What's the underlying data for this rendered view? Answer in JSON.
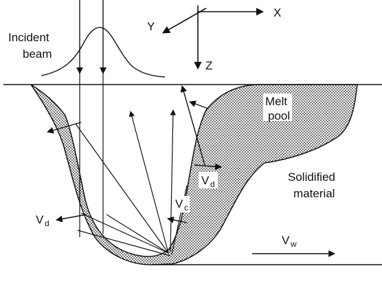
{
  "labels": {
    "incident_beam_line1": "Incident",
    "incident_beam_line2": "beam",
    "axis_x": "X",
    "axis_y": "Y",
    "axis_z": "Z",
    "melt_pool_line1": "Melt",
    "melt_pool_line2": "pool",
    "solidified_line1": "Solidified",
    "solidified_line2": "material",
    "v_d_upper_main": "V",
    "v_d_upper_sub": "d",
    "v_c_main": "V",
    "v_c_sub": "c",
    "v_d_lower_main": "V",
    "v_d_lower_sub": "d",
    "v_w_main": "V",
    "v_w_sub": "w"
  },
  "colors": {
    "ink": "#111111",
    "background": "#ffffff",
    "melt_pool_fill": "stippled"
  }
}
